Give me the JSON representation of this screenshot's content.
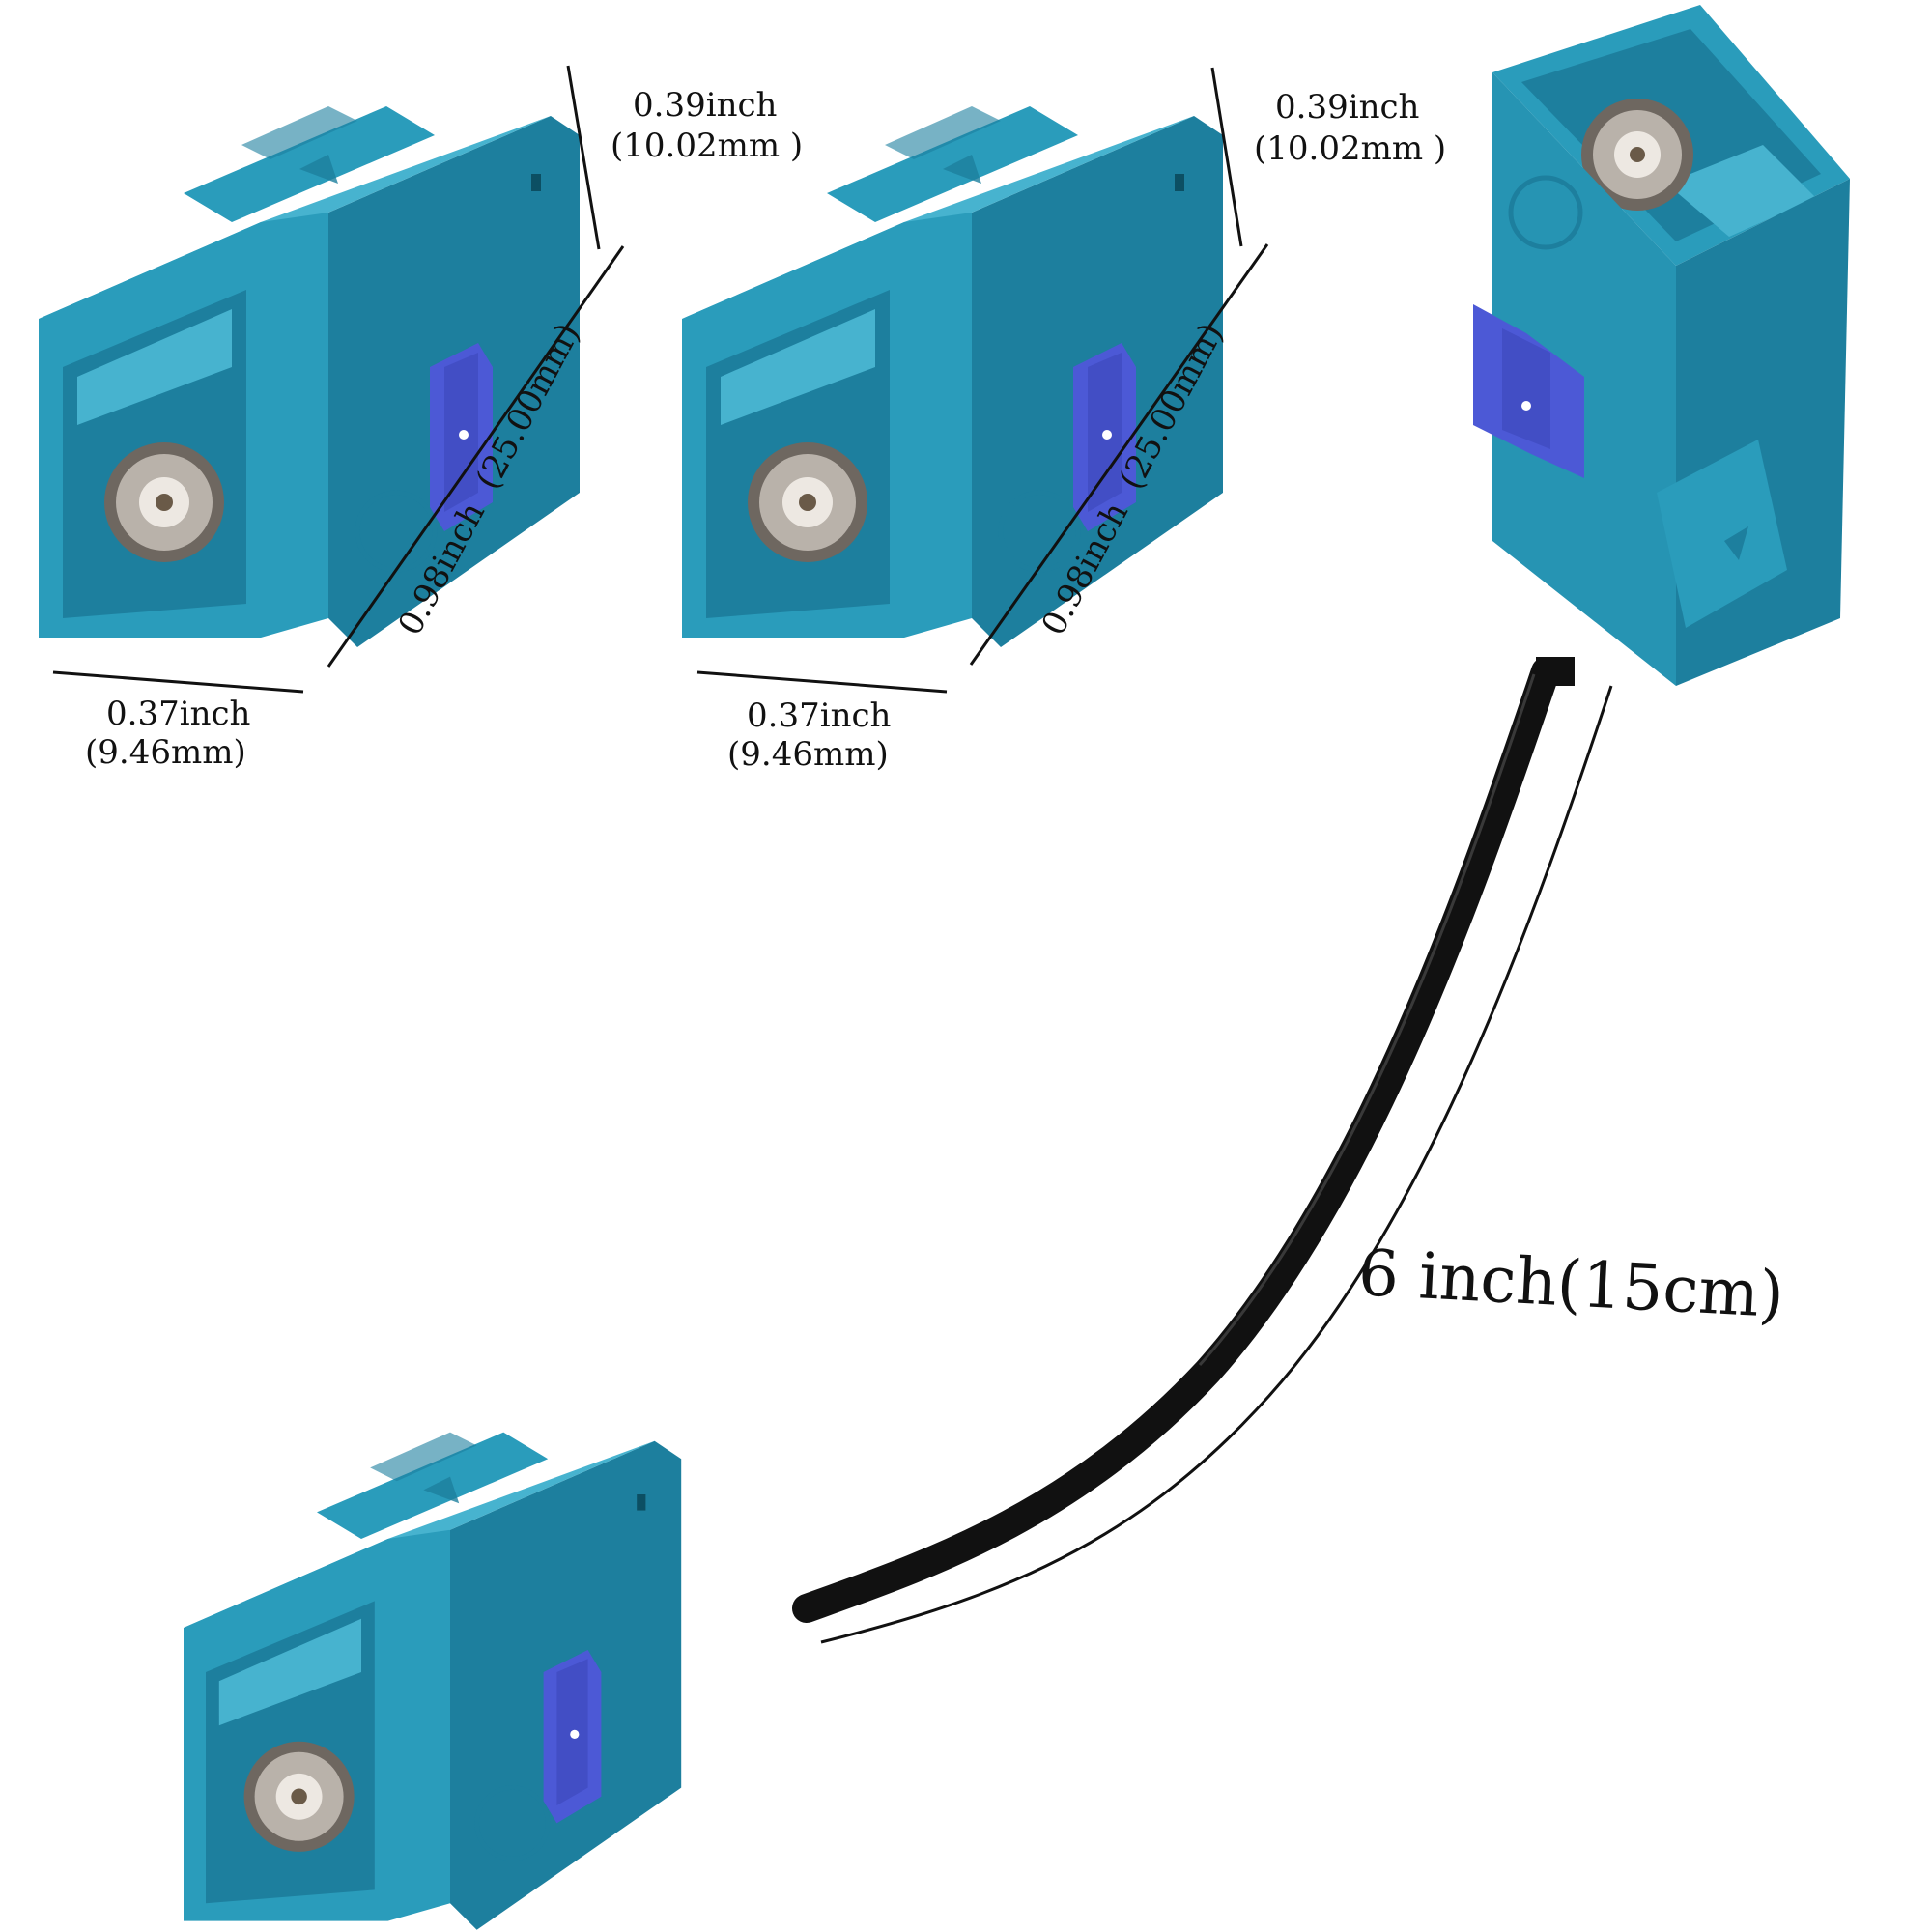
{
  "colors": {
    "housing": "#2A9CBB",
    "housing_light": "#47B3CF",
    "housing_dark": "#1D7F9E",
    "latch": "#4C59D6",
    "latch_dark": "#3A45B8",
    "metal": "#B9B2AA",
    "metal_dark": "#6E6760",
    "cable": "#111111",
    "line": "#111111"
  },
  "connector_a": {
    "height_inch": "0.39inch",
    "height_mm": "(10.02mm )",
    "length_label": "0.98inch  (25.00mm)",
    "width_inch": "0.37inch",
    "width_mm": "(9.46mm)"
  },
  "connector_b": {
    "height_inch": "0.39inch",
    "height_mm": "(10.02mm )",
    "length_label": "0.98inch  (25.00mm)",
    "width_inch": "0.37inch",
    "width_mm": "(9.46mm)"
  },
  "cable": {
    "length_label": "6 inch(15cm)"
  }
}
